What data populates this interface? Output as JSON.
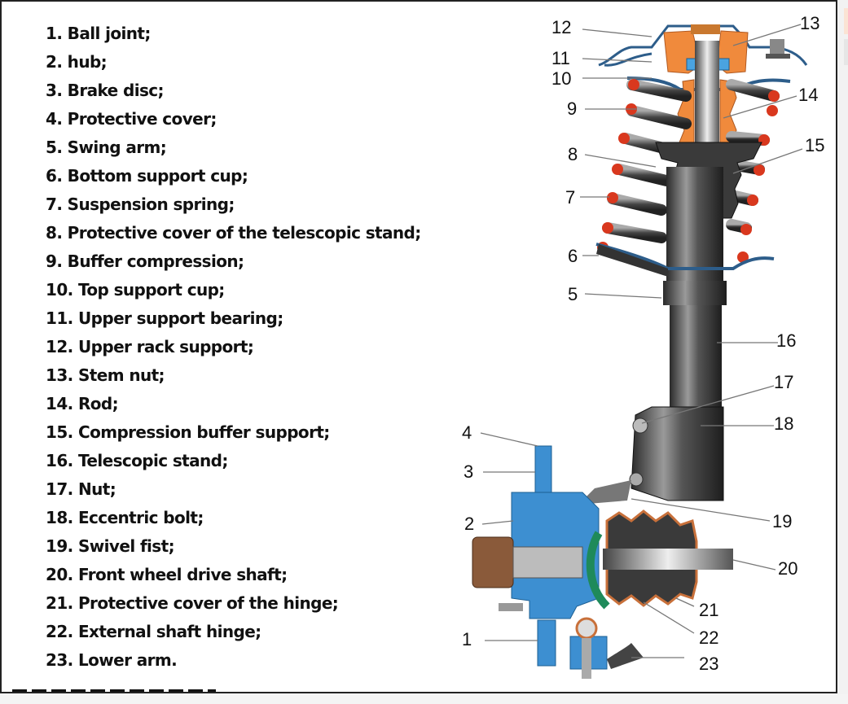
{
  "legend": {
    "items": [
      "1. Ball joint;",
      "2. hub;",
      "3. Brake disc;",
      "4. Protective cover;",
      "5. Swing arm;",
      "6. Bottom support cup;",
      "7. Suspension spring;",
      "8. Protective cover of the telescopic stand;",
      "9. Buffer compression;",
      "10. Top support cup;",
      "11. Upper support bearing;",
      "12. Upper rack support;",
      "13. Stem nut;",
      "14. Rod;",
      "15. Compression buffer support;",
      "16. Telescopic stand;",
      "17. Nut;",
      "18. Eccentric bolt;",
      "19. Swivel fist;",
      "20. Front wheel drive shaft;",
      "21. Protective cover of the hinge;",
      "22. External shaft hinge;",
      "23. Lower arm."
    ]
  },
  "diagram": {
    "subject": "front suspension strut cross-section",
    "callouts": [
      "1",
      "2",
      "3",
      "4",
      "5",
      "6",
      "7",
      "8",
      "9",
      "10",
      "11",
      "12",
      "13",
      "14",
      "15",
      "16",
      "17",
      "18",
      "19",
      "20",
      "21",
      "22",
      "23"
    ],
    "colors": {
      "rubber_orange": "#f08a3c",
      "coil_red": "#d9381e",
      "steel_dark": "#3a3a3a",
      "steel_mid": "#7a7a7a",
      "hub_blue": "#3d8fd1",
      "hinge_green": "#1f8a5a",
      "boot_copper": "#c8703a"
    }
  }
}
